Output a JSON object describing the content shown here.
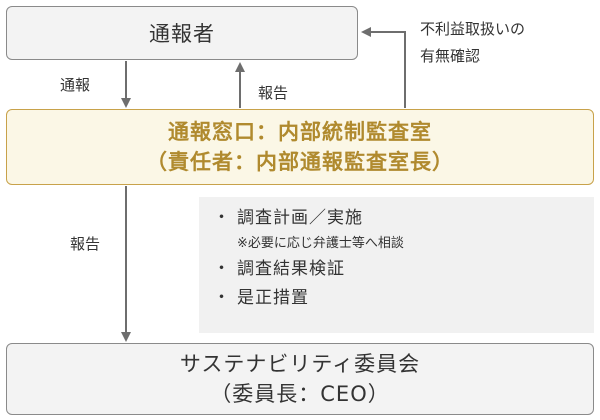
{
  "nodes": {
    "reporter": "通報者",
    "desk": {
      "line1": "通報窓口：内部統制監査室",
      "line2": "（責任者：内部通報監査室長）"
    },
    "committee": {
      "line1": "サステナビリティ委員会",
      "line2": "（委員長：CEO）"
    }
  },
  "edges": {
    "report_in": "通報",
    "report_back": "報告",
    "report_down": "報告",
    "check": {
      "line1": "不利益取扱いの",
      "line2": "有無確認"
    }
  },
  "tasks": {
    "bullet": "・",
    "items": [
      {
        "text": "調査計画／実施",
        "sub": "※必要に応じ弁護士等へ相談"
      },
      {
        "text": "調査結果検証"
      },
      {
        "text": "是正措置"
      }
    ]
  },
  "colors": {
    "accent": "#c8a24a",
    "accent_text": "#b08a2e",
    "arrow": "#6e6e6e",
    "box_border": "#8a8a8a"
  }
}
